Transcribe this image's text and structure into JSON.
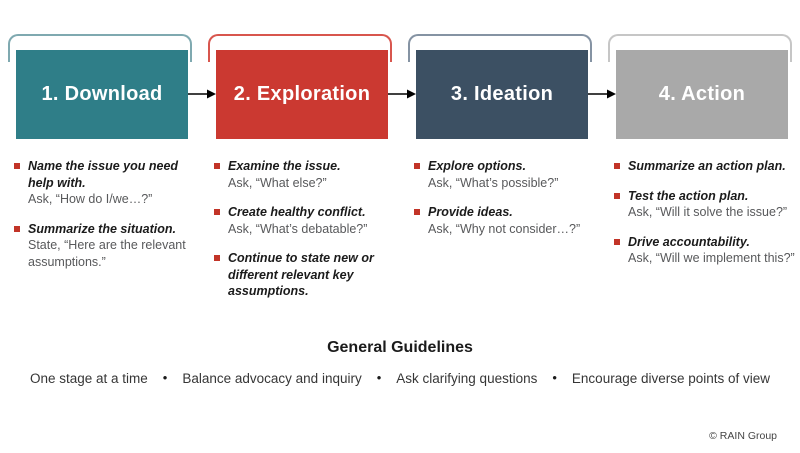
{
  "stages": [
    {
      "title": "1. Download",
      "color": "#2F7E88",
      "bracket_color": "#7FA9B0",
      "items": [
        {
          "heading": "Name the issue you need help with.",
          "detail": "Ask, “How do I/we…?”"
        },
        {
          "heading": "Summarize the situation.",
          "detail": "State, “Here are the relevant assumptions.”"
        }
      ]
    },
    {
      "title": "2. Exploration",
      "color": "#CB3931",
      "bracket_color": "#D8564E",
      "items": [
        {
          "heading": "Examine the issue.",
          "detail": "Ask, “What else?”"
        },
        {
          "heading": "Create healthy conflict.",
          "detail": "Ask, “What’s debatable?”"
        },
        {
          "heading": "Continue to state new or different relevant key assumptions."
        }
      ]
    },
    {
      "title": "3. Ideation",
      "color": "#3C5063",
      "bracket_color": "#8593A3",
      "items": [
        {
          "heading": "Explore options.",
          "detail": "Ask, “What’s possible?”"
        },
        {
          "heading": "Provide ideas.",
          "detail": "Ask, “Why not consider…?”"
        }
      ]
    },
    {
      "title": "4. Action",
      "color": "#A9A9A9",
      "bracket_color": "#C6C6C6",
      "items": [
        {
          "heading": "Summarize an action plan."
        },
        {
          "heading": "Test the action plan.",
          "detail": "Ask, “Will it solve the issue?”"
        },
        {
          "heading": "Drive accountability.",
          "detail": "Ask, “Will we implement this?”"
        }
      ]
    }
  ],
  "colors": {
    "bullet": "#C23428",
    "arrow": "#000000",
    "heading_text": "#1B1B1B",
    "detail_text": "#58595B",
    "background": "#FFFFFF"
  },
  "guidelines": {
    "title": "General Guidelines",
    "separator": "•",
    "items": [
      "One stage at a time",
      "Balance advocacy and inquiry",
      "Ask clarifying questions",
      "Encourage diverse points of view"
    ]
  },
  "footer": {
    "copyright": "© RAIN Group"
  }
}
